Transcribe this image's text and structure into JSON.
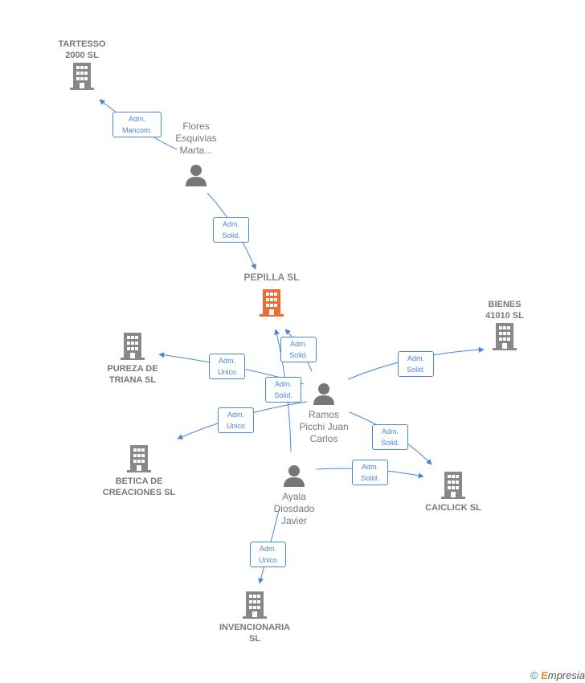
{
  "colors": {
    "edge": "#4a86d8",
    "company": "#888888",
    "main_company": "#f06a33",
    "person": "#777777"
  },
  "nodes": {
    "pepilla": {
      "label": "PEPILLA  SL",
      "icon": "building-icon"
    },
    "tartesso": {
      "label": "TARTESSO\n2000  SL",
      "icon": "building-icon"
    },
    "bienes": {
      "label": "BIENES\n41010  SL",
      "icon": "building-icon"
    },
    "pureza": {
      "label": "PUREZA DE\nTRIANA SL",
      "icon": "building-icon"
    },
    "betica": {
      "label": "BETICA DE\nCREACIONES SL",
      "icon": "building-icon"
    },
    "caiclick": {
      "label": "CAICLICK  SL",
      "icon": "building-icon"
    },
    "invencionaria": {
      "label": "INVENCIONARIA\nSL",
      "icon": "building-icon"
    },
    "flores": {
      "label": "Flores\nEsquivias\nMarta...",
      "icon": "person-icon"
    },
    "ramos": {
      "label": "Ramos\nPicchi Juan\nCarlos",
      "icon": "person-icon"
    },
    "ayala": {
      "label": "Ayala\nDiosdado\nJavier",
      "icon": "person-icon"
    }
  },
  "edges": [
    {
      "id": "flores-tartesso",
      "label": "Adm.\nMancom."
    },
    {
      "id": "flores-pepilla",
      "label": "Adm.\nSolid."
    },
    {
      "id": "ramos-pepilla",
      "label": "Adm.\nSolid."
    },
    {
      "id": "ayala-pepilla",
      "label": "Adm.\nSolid."
    },
    {
      "id": "ramos-pureza",
      "label": "Adm.\nUnico"
    },
    {
      "id": "ramos-betica",
      "label": "Adm.\nUnico"
    },
    {
      "id": "ramos-bienes",
      "label": "Adm.\nSolid."
    },
    {
      "id": "ramos-caiclick",
      "label": "Adm.\nSolid."
    },
    {
      "id": "ayala-caiclick",
      "label": "Adm.\nSolid."
    },
    {
      "id": "ayala-invencionaria",
      "label": "Adm.\nUnico"
    }
  ],
  "footer": {
    "copyright": "©",
    "brand_first": "E",
    "brand_rest": "mpresia"
  }
}
